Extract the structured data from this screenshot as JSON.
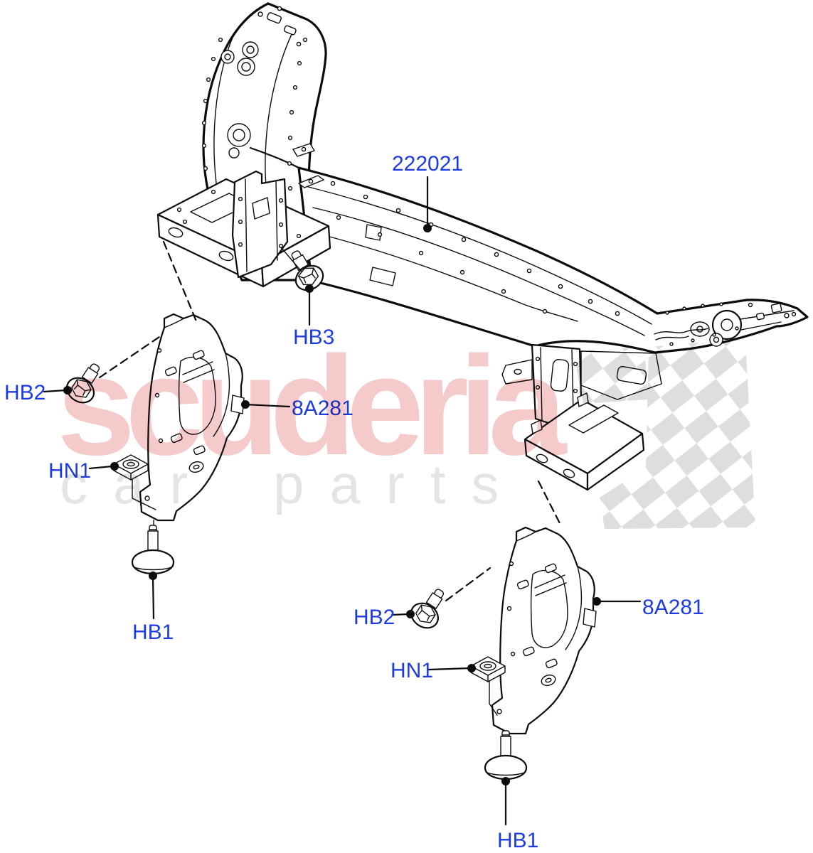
{
  "diagram": {
    "description": "Exploded parts diagram - front panel crossmember with mounting brackets and fasteners",
    "labels": {
      "main_assembly": "222021",
      "bolt_hb3": "HB3",
      "bolt_hb2_left": "HB2",
      "bracket_left": "8A281",
      "nut_hn1_left": "HN1",
      "stud_hb1_left": "HB1",
      "bolt_hb2_right": "HB2",
      "bracket_right": "8A281",
      "nut_hn1_right": "HN1",
      "stud_hb1_right": "HB1"
    },
    "label_color": "#1d3be3",
    "line_color": "#0c0c0c"
  },
  "watermark": {
    "brand": "scuderia",
    "subtitle": "car parts",
    "brand_color": "#f5caca",
    "subtitle_color": "#e4e4e4",
    "checker_color": "#dedede"
  }
}
